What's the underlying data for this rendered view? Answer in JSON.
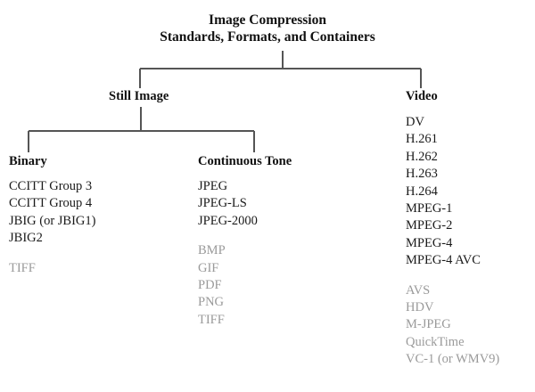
{
  "title": {
    "line1": "Image Compression",
    "line2": "Standards, Formats, and Containers"
  },
  "colors": {
    "background": "#ffffff",
    "text": "#1a1a1a",
    "muted_text": "#9a9a9a",
    "connector": "#555555"
  },
  "nodes": {
    "still_image": {
      "label": "Still Image"
    },
    "video": {
      "label": "Video"
    },
    "binary": {
      "label": "Binary"
    },
    "continuous_tone": {
      "label": "Continuous Tone"
    }
  },
  "lists": {
    "binary": [
      {
        "text": "CCITT Group 3",
        "muted": false,
        "gap": false
      },
      {
        "text": "CCITT Group 4",
        "muted": false,
        "gap": false
      },
      {
        "text": "JBIG (or JBIG1)",
        "muted": false,
        "gap": false
      },
      {
        "text": "JBIG2",
        "muted": false,
        "gap": false
      },
      {
        "text": "TIFF",
        "muted": true,
        "gap": true
      }
    ],
    "continuous_tone": [
      {
        "text": "JPEG",
        "muted": false,
        "gap": false
      },
      {
        "text": "JPEG-LS",
        "muted": false,
        "gap": false
      },
      {
        "text": "JPEG-2000",
        "muted": false,
        "gap": false
      },
      {
        "text": "BMP",
        "muted": true,
        "gap": true
      },
      {
        "text": "GIF",
        "muted": true,
        "gap": false
      },
      {
        "text": "PDF",
        "muted": true,
        "gap": false
      },
      {
        "text": "PNG",
        "muted": true,
        "gap": false
      },
      {
        "text": "TIFF",
        "muted": true,
        "gap": false
      }
    ],
    "video": [
      {
        "text": "DV",
        "muted": false,
        "gap": false
      },
      {
        "text": "H.261",
        "muted": false,
        "gap": false
      },
      {
        "text": "H.262",
        "muted": false,
        "gap": false
      },
      {
        "text": "H.263",
        "muted": false,
        "gap": false
      },
      {
        "text": "H.264",
        "muted": false,
        "gap": false
      },
      {
        "text": "MPEG-1",
        "muted": false,
        "gap": false
      },
      {
        "text": "MPEG-2",
        "muted": false,
        "gap": false
      },
      {
        "text": "MPEG-4",
        "muted": false,
        "gap": false
      },
      {
        "text": "MPEG-4 AVC",
        "muted": false,
        "gap": false
      },
      {
        "text": "AVS",
        "muted": true,
        "gap": true
      },
      {
        "text": "HDV",
        "muted": true,
        "gap": false
      },
      {
        "text": "M-JPEG",
        "muted": true,
        "gap": false
      },
      {
        "text": "QuickTime",
        "muted": true,
        "gap": false
      },
      {
        "text": "VC-1 (or WMV9)",
        "muted": true,
        "gap": false
      }
    ]
  }
}
